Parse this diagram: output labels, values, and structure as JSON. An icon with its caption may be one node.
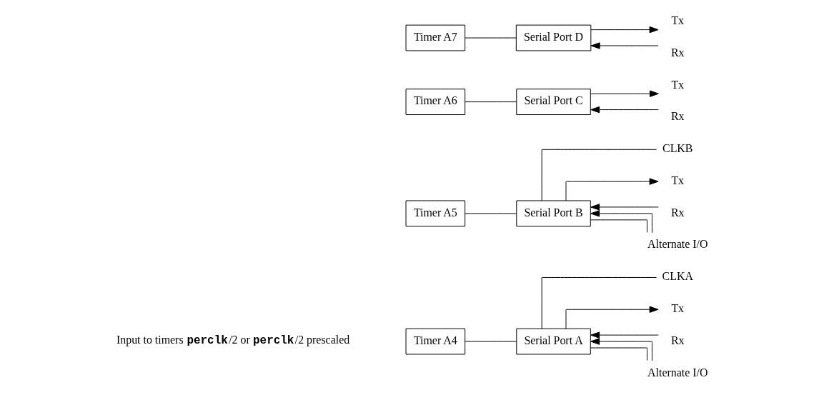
{
  "diagram": {
    "nodes": [
      {
        "text": [
          "Timer A4"
        ]
      },
      {
        "text": [
          "Serial Port A"
        ]
      },
      {
        "text": [
          "CLKA"
        ]
      },
      {
        "text": [
          "Tx"
        ]
      },
      {
        "text": [
          "Rx"
        ]
      },
      {
        "text": [
          "Alternate I/O"
        ]
      },
      {
        "text": [
          "Timer A5"
        ]
      },
      {
        "text": [
          "Serial Port B"
        ]
      },
      {
        "text": [
          "CLKB"
        ]
      },
      {
        "text": [
          "Tx"
        ]
      },
      {
        "text": [
          "Rx"
        ]
      },
      {
        "text": [
          "Alternate I/O"
        ]
      },
      {
        "text": [
          "Timer A6"
        ]
      },
      {
        "text": [
          "Serial Port C"
        ]
      },
      {
        "text": [
          "Tx"
        ]
      },
      {
        "text": [
          "Rx"
        ]
      },
      {
        "text": [
          "Timer A7"
        ]
      },
      {
        "text": [
          "Serial Port D"
        ]
      },
      {
        "text": [
          "Tx"
        ]
      },
      {
        "text": [
          "Rx"
        ]
      }
    ],
    "edges": [
      {
        "from": 0,
        "to": 1,
        "arrow": "none"
      },
      {
        "from": 1,
        "to": 2,
        "arrow": "none"
      },
      {
        "from": 1,
        "to": 3,
        "arrow": "to"
      },
      {
        "from": 4,
        "to": 1,
        "arrow": "to"
      },
      {
        "from": 1,
        "to": 5,
        "arrow": "none"
      },
      {
        "from": 5,
        "to": 1,
        "arrow": "to"
      },
      {
        "from": 6,
        "to": 7,
        "arrow": "none"
      },
      {
        "from": 7,
        "to": 8,
        "arrow": "none"
      },
      {
        "from": 7,
        "to": 9,
        "arrow": "to"
      },
      {
        "from": 10,
        "to": 7,
        "arrow": "to"
      },
      {
        "from": 7,
        "to": 11,
        "arrow": "none"
      },
      {
        "from": 11,
        "to": 7,
        "arrow": "to"
      },
      {
        "from": 12,
        "to": 13,
        "arrow": "none"
      },
      {
        "from": 13,
        "to": 14,
        "arrow": "to"
      },
      {
        "from": 15,
        "to": 13,
        "arrow": "to"
      },
      {
        "from": 16,
        "to": 17,
        "arrow": "none"
      },
      {
        "from": 17,
        "to": 18,
        "arrow": "to"
      },
      {
        "from": 19,
        "to": 17,
        "arrow": "to"
      }
    ],
    "labels": [
      "Input to timers **perclk**/2 or **perclk**/2 prescaled"
    ]
  }
}
